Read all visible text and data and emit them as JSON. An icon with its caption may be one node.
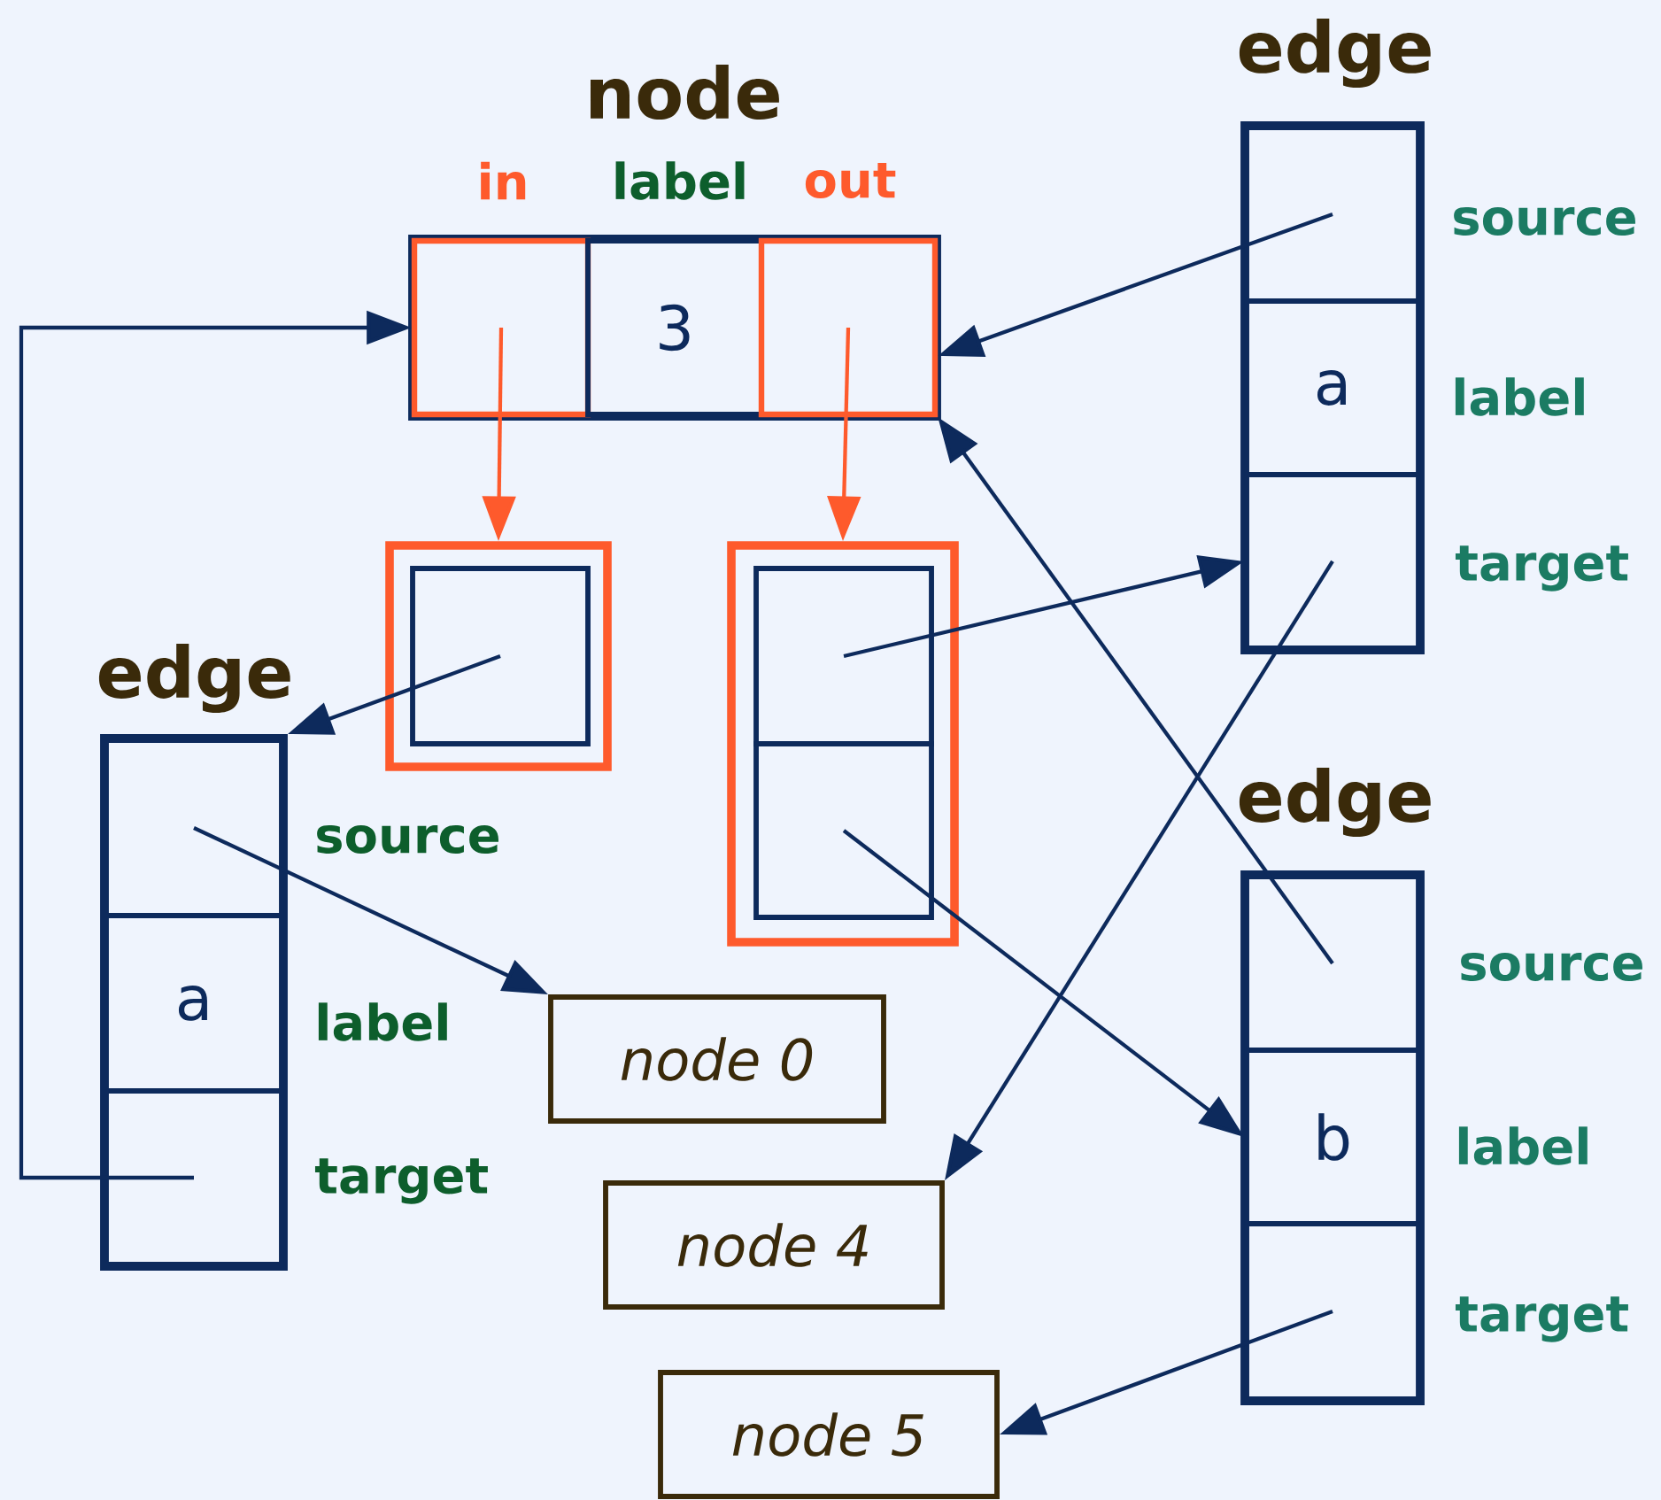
{
  "diagram": {
    "nodes": [
      {
        "text": [
          "node"
        ]
      },
      {
        "text": [
          "in"
        ],
        "in": 0
      },
      {
        "text": [
          "label",
          "3"
        ],
        "in": 0
      },
      {
        "text": [
          "out"
        ],
        "in": 0
      },
      {
        "text": [],
        "shape": "box"
      },
      {
        "text": [],
        "shape": "box",
        "in": 4
      },
      {
        "text": [],
        "shape": "box"
      },
      {
        "text": [],
        "shape": "box",
        "in": 6
      },
      {
        "text": [],
        "shape": "box",
        "in": 6
      },
      {
        "text": [
          "edge"
        ]
      },
      {
        "text": [],
        "shape": "box",
        "in": 9,
        "beside": [
          "source"
        ]
      },
      {
        "text": [
          "a"
        ],
        "in": 9,
        "beside": [
          "label"
        ]
      },
      {
        "text": [],
        "shape": "box",
        "in": 9,
        "beside": [
          "target"
        ]
      },
      {
        "text": [
          "edge"
        ]
      },
      {
        "text": [],
        "shape": "box",
        "in": 13,
        "beside": [
          "source"
        ]
      },
      {
        "text": [
          "a"
        ],
        "in": 13,
        "beside": [
          "label"
        ]
      },
      {
        "text": [],
        "shape": "box",
        "in": 13,
        "beside": [
          "target"
        ]
      },
      {
        "text": [
          "edge"
        ]
      },
      {
        "text": [],
        "shape": "box",
        "in": 17,
        "beside": [
          "source"
        ]
      },
      {
        "text": [
          "b"
        ],
        "in": 17,
        "beside": [
          "label"
        ]
      },
      {
        "text": [],
        "shape": "box",
        "in": 17,
        "beside": [
          "target"
        ]
      },
      {
        "text": [
          "node 0"
        ]
      },
      {
        "text": [
          "node 4"
        ]
      },
      {
        "text": [
          "node 5"
        ]
      }
    ],
    "edges": [
      {
        "from": 12,
        "to": 1,
        "arrow": "to"
      },
      {
        "from": 1,
        "to": 4,
        "arrow": "to",
        "color": "#fe5a2c"
      },
      {
        "from": 3,
        "to": 6,
        "arrow": "to",
        "color": "#fe5a2c"
      },
      {
        "from": 5,
        "to": 9,
        "arrow": "to"
      },
      {
        "from": 10,
        "to": 21,
        "arrow": "to"
      },
      {
        "from": 14,
        "to": 3,
        "arrow": "to"
      },
      {
        "from": 7,
        "to": 16,
        "arrow": "to"
      },
      {
        "from": 16,
        "to": 22,
        "arrow": "to"
      },
      {
        "from": 18,
        "to": 3,
        "arrow": "to"
      },
      {
        "from": 8,
        "to": 19,
        "arrow": "to"
      },
      {
        "from": 20,
        "to": 23,
        "arrow": "to"
      }
    ]
  }
}
